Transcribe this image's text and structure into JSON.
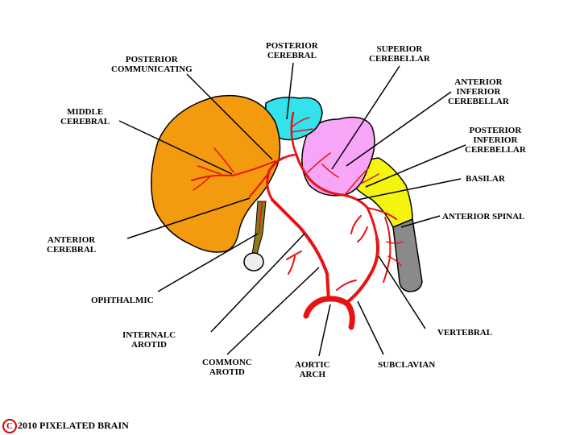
{
  "labels": {
    "posterior_communicating": "POSTERIOR\nCOMMUNICATING",
    "posterior_cerebral": "POSTERIOR\nCEREBRAL",
    "superior_cerebellar": "SUPERIOR\nCEREBELLAR",
    "anterior_inferior_cerebellar": "ANTERIOR\nINFERIOR\nCEREBELLAR",
    "middle_cerebral": "MIDDLE\nCEREBRAL",
    "posterior_inferior_cerebellar": "POSTERIOR\nINFERIOR\nCEREBELLAR",
    "basilar": "BASILAR",
    "anterior_spinal": "ANTERIOR SPINAL",
    "anterior_cerebral": "ANTERIOR\nCEREBRAL",
    "ophthalmic": "OPHTHALMIC",
    "vertebral": "VERTEBRAL",
    "internal_carotid": "INTERNALC\nAROTID",
    "common_carotid": "COMMONC\nAROTID",
    "aortic_arch": "AORTIC\nARCH",
    "subclavian": "SUBCLAVIAN"
  },
  "footer": {
    "copyright_symbol": "C",
    "text": "2010  PIXELATED BRAIN"
  },
  "colors": {
    "cerebrum": "#f39a0e",
    "midbrain": "#33e2ea",
    "cerebellum": "#f7a6f7",
    "medulla": "#f4f40f",
    "spinal_cord": "#8a8a8a",
    "artery": "#e81212",
    "optic": "#8a7a1c"
  }
}
